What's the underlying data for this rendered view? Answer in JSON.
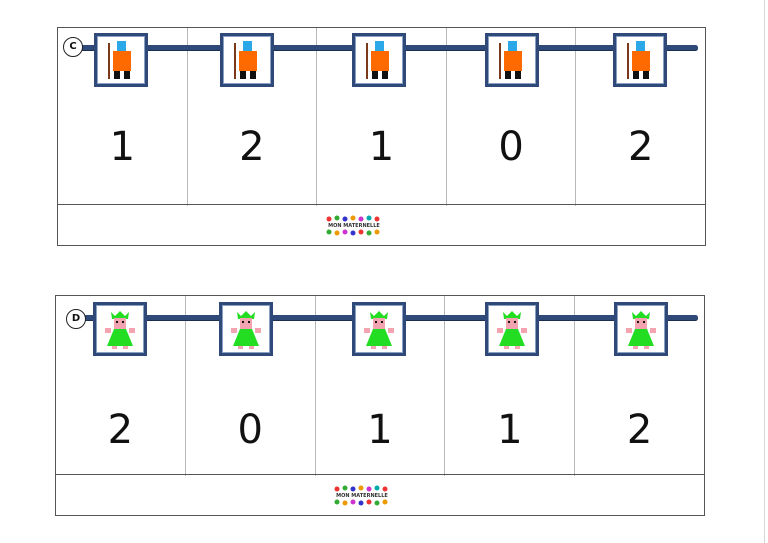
{
  "card_c": {
    "label": "C",
    "character": "soldier-figure-icon",
    "numbers": [
      "1",
      "2",
      "1",
      "0",
      "2"
    ]
  },
  "card_d": {
    "label": "D",
    "character": "princess-figure-icon",
    "numbers": [
      "2",
      "0",
      "1",
      "1",
      "2"
    ]
  },
  "footer_logo": "MON MATERNELLE",
  "colors": {
    "rope": "#2f4a78",
    "soldier_body": "#ff6a00",
    "soldier_hat": "#2aa8e8",
    "princess_dress": "#22dd22"
  }
}
